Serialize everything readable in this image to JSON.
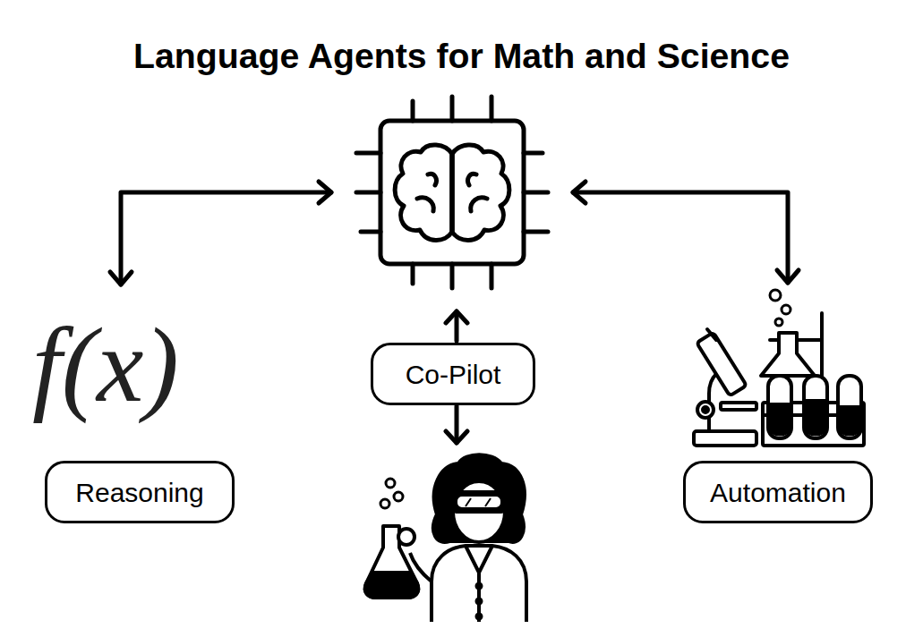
{
  "diagram": {
    "title": "Language Agents for Math and Science",
    "nodes": [
      {
        "text": [
          "Reasoning"
        ]
      },
      {
        "text": [
          "Co-Pilot"
        ]
      },
      {
        "text": [
          "Automation"
        ]
      }
    ],
    "labels": [
      "f(x)"
    ]
  }
}
